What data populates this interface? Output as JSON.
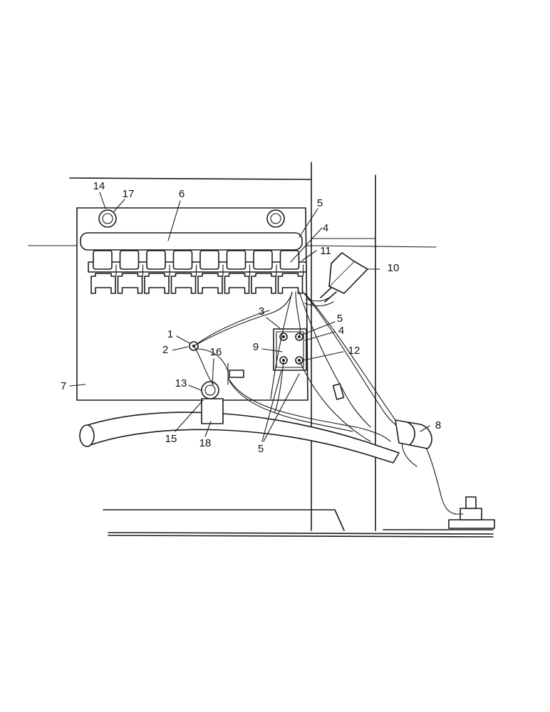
{
  "diagram": {
    "callouts": [
      {
        "id": "c1",
        "text": "1"
      },
      {
        "id": "c2",
        "text": "2"
      },
      {
        "id": "c3",
        "text": "3"
      },
      {
        "id": "c4a",
        "text": "4"
      },
      {
        "id": "c4b",
        "text": "4"
      },
      {
        "id": "c5a",
        "text": "5"
      },
      {
        "id": "c5b",
        "text": "5"
      },
      {
        "id": "c5c",
        "text": "5"
      },
      {
        "id": "c6",
        "text": "6"
      },
      {
        "id": "c7",
        "text": "7"
      },
      {
        "id": "c8",
        "text": "8"
      },
      {
        "id": "c9",
        "text": "9"
      },
      {
        "id": "c10",
        "text": "10"
      },
      {
        "id": "c11",
        "text": "11"
      },
      {
        "id": "c12",
        "text": "12"
      },
      {
        "id": "c13",
        "text": "13"
      },
      {
        "id": "c14",
        "text": "14"
      },
      {
        "id": "c15",
        "text": "15"
      },
      {
        "id": "c16",
        "text": "16"
      },
      {
        "id": "c17",
        "text": "17"
      },
      {
        "id": "c18",
        "text": "18"
      }
    ],
    "colors": {
      "line": "#1a1a1a",
      "background": "#ffffff"
    }
  }
}
